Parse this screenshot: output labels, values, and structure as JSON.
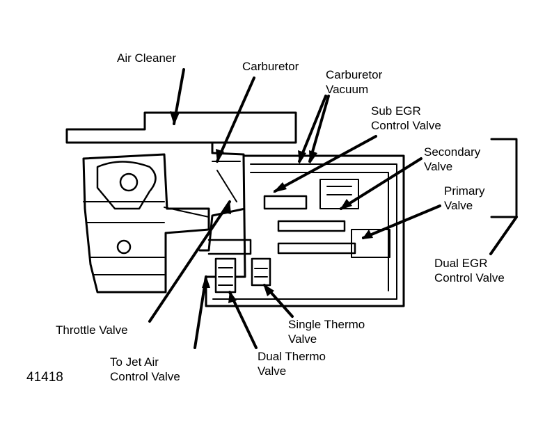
{
  "labels": {
    "air_cleaner": "Air Cleaner",
    "carburetor": "Carburetor",
    "carburetor_vacuum_1": "Carburetor",
    "carburetor_vacuum_2": "Vacuum",
    "sub_egr_1": "Sub EGR",
    "sub_egr_2": "Control Valve",
    "secondary_1": "Secondary",
    "secondary_2": "Valve",
    "primary_1": "Primary",
    "primary_2": "Valve",
    "dual_egr_1": "Dual EGR",
    "dual_egr_2": "Control Valve",
    "throttle_valve": "Throttle Valve",
    "single_thermo_1": "Single Thermo",
    "single_thermo_2": "Valve",
    "jet_air_1": "To Jet Air",
    "jet_air_2": "Control Valve",
    "dual_thermo_1": "Dual Thermo",
    "dual_thermo_2": "Valve"
  },
  "figure_number": "41418"
}
